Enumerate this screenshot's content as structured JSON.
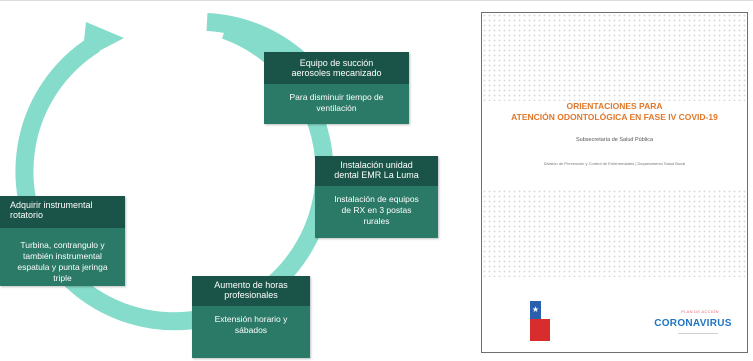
{
  "diagram": {
    "colors": {
      "ring": "#86dccb",
      "card_head": "#1a5448",
      "card_body": "#2a7a67"
    },
    "cards": [
      {
        "head": "Equipo de succión\naerosoles  mecanizado",
        "body": "Para disminuir tiempo de\nventilación"
      },
      {
        "head": "Instalación unidad\ndental EMR La Luma",
        "body": "Instalación de equipos\nde RX en 3 postas\nrurales"
      },
      {
        "head": "Adquirir instrumental\nrotatorio",
        "body": "Turbina, contrangulo y\ntambién instrumental\nespatula y punta jeringa\ntriple"
      },
      {
        "head": "Aumento de horas\nprofesionales",
        "body": "Extensión horario y\nsábados"
      }
    ]
  },
  "document": {
    "title_line1": "ORIENTACIONES PARA",
    "title_line2": "ATENCIÓN ODONTOLÓGICA EN FASE IV COVID-19",
    "subtitle": "Subsecretaría de Salud Pública",
    "note": "División de Prevención y Control de Enfermedades | Departamento Salud Bucal",
    "brand_small": "PLAN DE ACCIÓN",
    "brand": "CORONAVIRUS",
    "title_color": "#e0782b",
    "brand_color": "#1e73c2"
  }
}
